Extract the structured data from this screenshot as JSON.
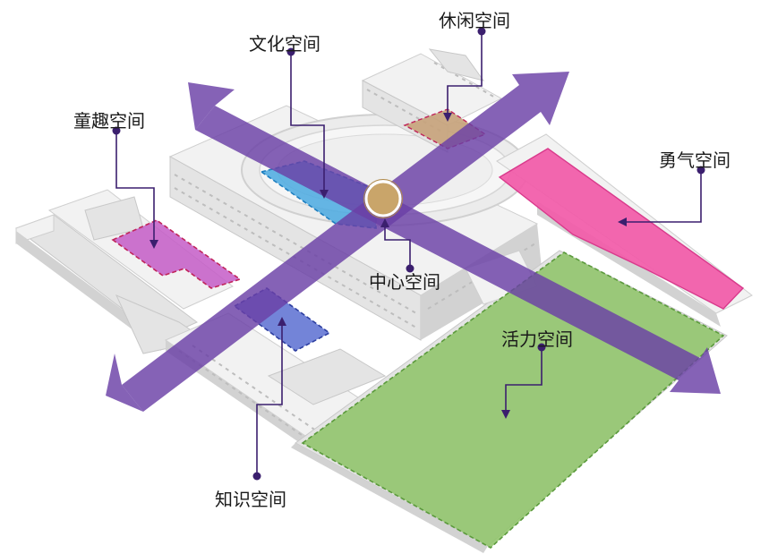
{
  "labels": {
    "culture": "文化空间",
    "leisure": "休闲空间",
    "children": "童趣空间",
    "courage": "勇气空间",
    "center": "中心空间",
    "vitality": "活力空间",
    "knowledge": "知识空间"
  },
  "colors": {
    "axis": "#6a3fa6",
    "culture_zone": "#4aa9e0",
    "leisure_zone": "#c7a27a",
    "children_zone": "#c45cc7",
    "courage_zone": "#f25aa8",
    "vitality_zone": "#8fc46a",
    "knowledge_zone": "#5b6fd1",
    "center_disc": "#c9a56a",
    "leader": "#3b1f6e"
  }
}
